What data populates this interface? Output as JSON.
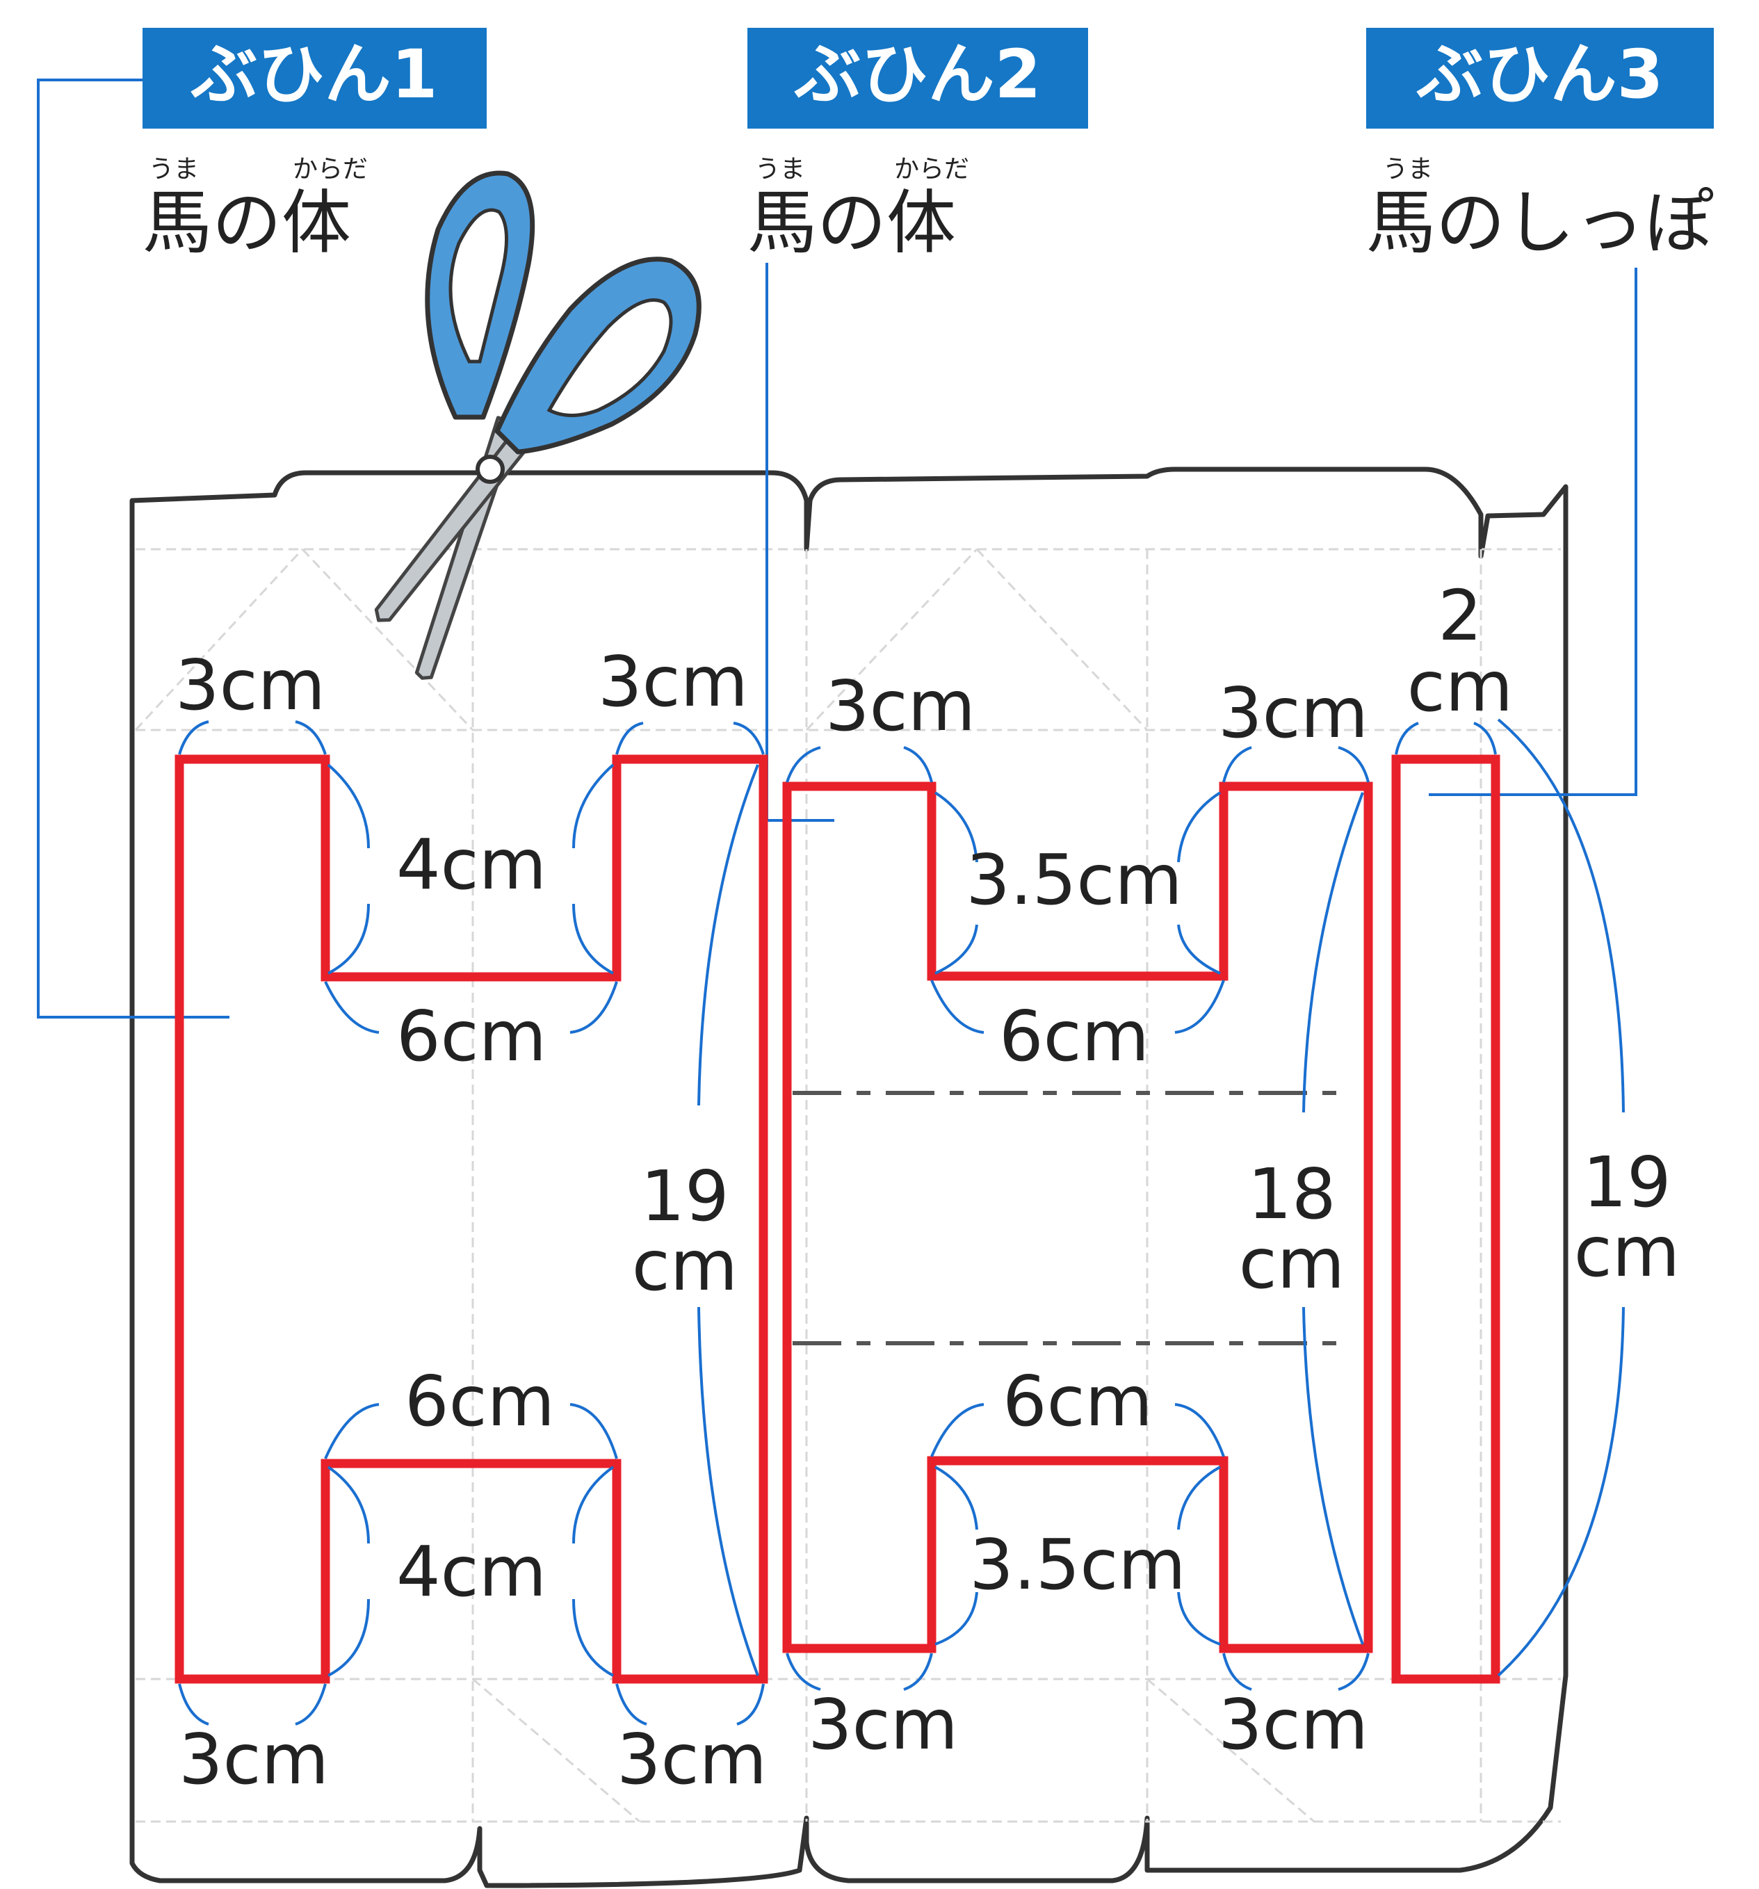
{
  "parts": [
    {
      "tag": "ぶひん1",
      "title": "馬の体",
      "ruby_1": "うま",
      "ruby_2": "からだ"
    },
    {
      "tag": "ぶひん2",
      "title": "馬の体",
      "ruby_1": "うま",
      "ruby_2": "からだ"
    },
    {
      "tag": "ぶひん3",
      "title": "馬のしっぽ",
      "ruby_1": "うま"
    }
  ],
  "dimensions": {
    "part1": {
      "top_left": "3cm",
      "top_right": "3cm",
      "top_notch_depth": "4cm",
      "top_notch_width": "6cm",
      "bottom_notch_width": "6cm",
      "bottom_notch_depth": "4cm",
      "bottom_left": "3cm",
      "bottom_right": "3cm",
      "height_num": "19",
      "height_unit": "cm"
    },
    "part2": {
      "top_left": "3cm",
      "top_right": "3cm",
      "top_notch_depth": "3.5cm",
      "top_notch_width": "6cm",
      "bottom_notch_width": "6cm",
      "bottom_notch_depth": "3.5cm",
      "bottom_left": "3cm",
      "bottom_right": "3cm",
      "height_num": "18",
      "height_unit": "cm"
    },
    "part3": {
      "width_num": "2",
      "width_unit": "cm",
      "height_num": "19",
      "height_unit": "cm"
    }
  },
  "colors": {
    "tag_bg": "#1577c6",
    "cut_line": "#e8202a",
    "leader": "#1a6fd0",
    "carton": "#333333",
    "scissor_handle": "#4d9ad9",
    "scissor_blade": "#c4c9ce"
  },
  "icons": [
    "scissors-icon"
  ]
}
